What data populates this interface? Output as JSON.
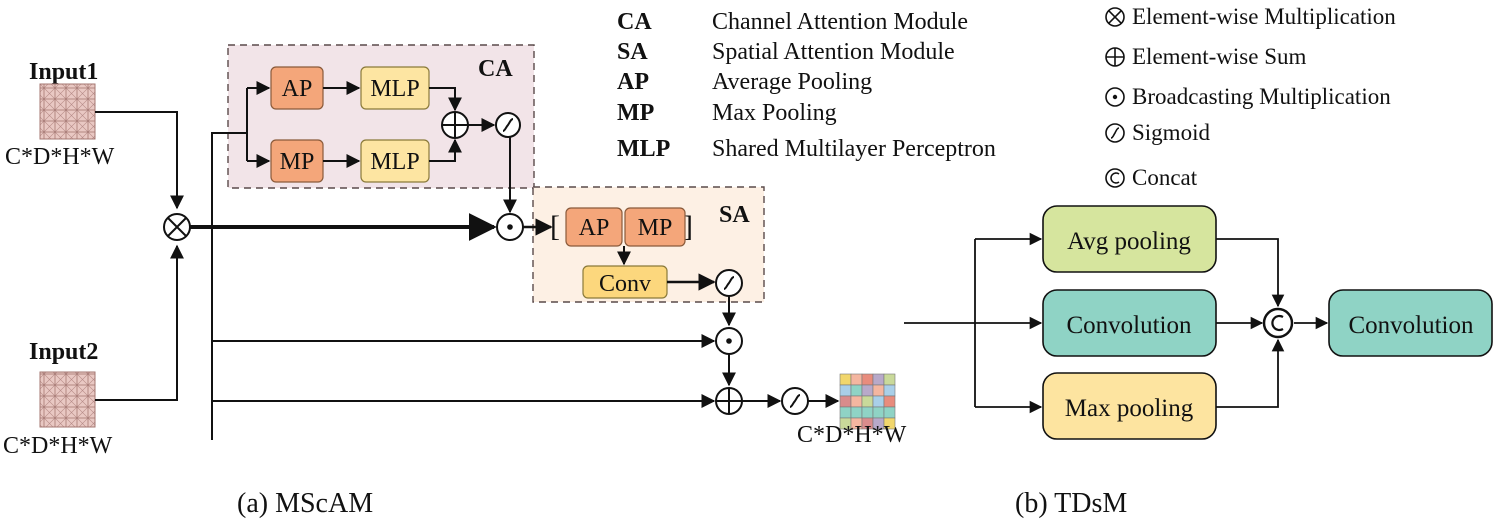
{
  "legend": {
    "abbreviations": [
      {
        "abbr": "CA",
        "desc": "Channel Attention Module"
      },
      {
        "abbr": "SA",
        "desc": "Spatial Attention Module"
      },
      {
        "abbr": "AP",
        "desc": "Average Pooling"
      },
      {
        "abbr": "MP",
        "desc": "Max Pooling"
      },
      {
        "abbr": "MLP",
        "desc": "Shared Multilayer Perceptron"
      }
    ],
    "symbols": [
      {
        "icon": "multiply-icon",
        "label": "Element-wise Multiplication"
      },
      {
        "icon": "sum-icon",
        "label": "Element-wise Sum"
      },
      {
        "icon": "dot-icon",
        "label": "Broadcasting Multiplication"
      },
      {
        "icon": "sigmoid-icon",
        "label": "Sigmoid"
      },
      {
        "icon": "concat-icon",
        "label": "Concat"
      }
    ]
  },
  "mscam": {
    "input1": "Input1",
    "input2": "Input2",
    "dims1": "C*D*H*W",
    "dims2": "C*D*H*W",
    "dims_out": "C*D*H*W",
    "ca_label": "CA",
    "sa_label": "SA",
    "ca_ap": "AP",
    "ca_mp": "MP",
    "ca_mlp_top": "MLP",
    "ca_mlp_bottom": "MLP",
    "sa_ap": "AP",
    "sa_mp": "MP",
    "sa_conv": "Conv",
    "caption": "(a) MScAM"
  },
  "tdsm": {
    "avg_pooling": "Avg pooling",
    "convolution_mid": "Convolution",
    "max_pooling": "Max pooling",
    "convolution_out": "Convolution",
    "caption": "(b) TDsM"
  },
  "colors": {
    "ca_bg": "#f2e4e8",
    "sa_bg": "#fdf0e4",
    "ap_mp": "#f4a67a",
    "mlp": "#fde5a2",
    "conv_small": "#fcd77d",
    "avg": "#d6e59e",
    "convolution": "#8fd3c5",
    "max": "#fde4a0",
    "input_grid": "#e9c8c3",
    "output_palette": [
      "#f1d66c",
      "#8fd3c5",
      "#e88c7d",
      "#a9cfe8",
      "#c9d99a",
      "#f4b6a0",
      "#d98c8c",
      "#b8a9c9"
    ]
  }
}
